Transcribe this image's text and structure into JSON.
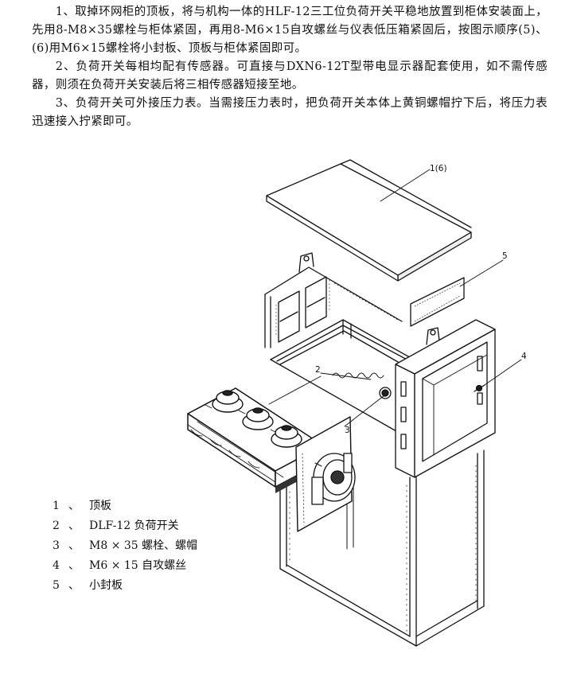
{
  "text": {
    "para1": "1、取掉环网柜的顶板，将与机构一体的HLF-12三工位负荷开关平稳地放置到柜体安装面上，先用8-M8×35螺栓与柜体紧固，再用8-M6×15自攻螺丝与仪表低压箱紧固后，按图示顺序(5)、(6)用M6×15螺栓将小封板、顶板与柜体紧固即可。",
    "para2": "2、负荷开关每相均配有传感器。可直接与DXN6-12T型带电显示器配套使用，如不需传感器，则须在负荷开关安装后将三相传感器短接至地。",
    "para3": "3、负荷开关可外接压力表。当需接压力表时，把负荷开关本体上黄铜螺帽拧下后，将压力表迅速接入拧紧即可。"
  },
  "callouts": {
    "c1": "1(6)",
    "c2": "2",
    "c3": "3",
    "c4": "4",
    "c5": "5"
  },
  "legend": [
    {
      "num": "1",
      "sep": "、",
      "label": "顶板"
    },
    {
      "num": "2",
      "sep": "、",
      "label": "DLF-12 负荷开关"
    },
    {
      "num": "3",
      "sep": "、",
      "label": "M8 × 35 螺栓、螺帽"
    },
    {
      "num": "4",
      "sep": "、",
      "label": "M6 × 15 自攻螺丝"
    },
    {
      "num": "5",
      "sep": "、",
      "label": "小封板"
    }
  ]
}
